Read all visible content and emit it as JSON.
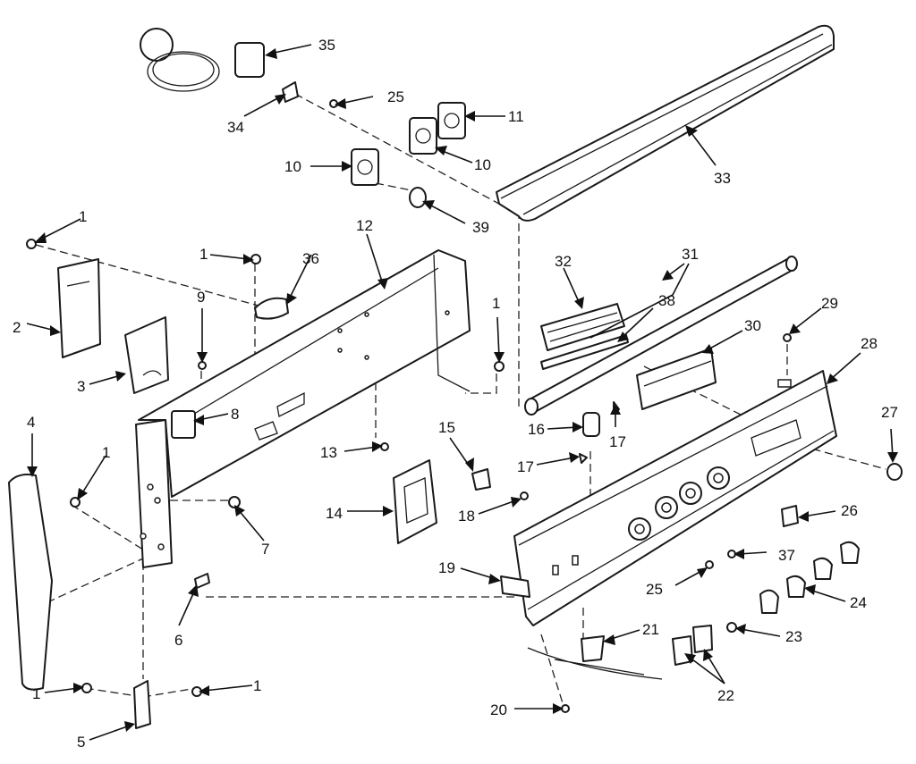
{
  "callouts": {
    "c1a": "1",
    "c1b": "1",
    "c1c": "1",
    "c1d": "1",
    "c1e": "1",
    "c1f": "1",
    "c2": "2",
    "c3": "3",
    "c4": "4",
    "c5": "5",
    "c6": "6",
    "c7": "7",
    "c8": "8",
    "c9": "9",
    "c10a": "10",
    "c10b": "10",
    "c11": "11",
    "c12": "12",
    "c13": "13",
    "c14": "14",
    "c15": "15",
    "c16": "16",
    "c17a": "17",
    "c17b": "17",
    "c18": "18",
    "c19": "19",
    "c20": "20",
    "c21": "21",
    "c22": "22",
    "c23": "23",
    "c24": "24",
    "c25a": "25",
    "c25b": "25",
    "c26": "26",
    "c27": "27",
    "c28": "28",
    "c29": "29",
    "c30": "30",
    "c31": "31",
    "c32": "32",
    "c33": "33",
    "c34": "34",
    "c35": "35",
    "c36": "36",
    "c37": "37",
    "c38": "38",
    "c39": "39"
  }
}
